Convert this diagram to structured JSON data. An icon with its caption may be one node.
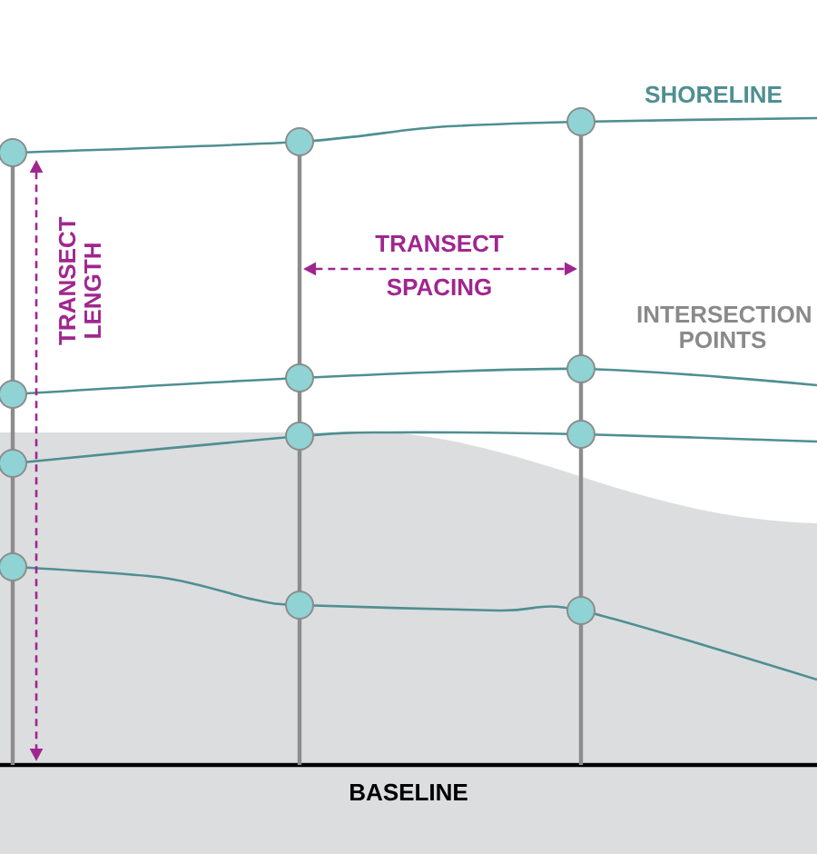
{
  "diagram": {
    "labels": [
      "SHORELINE",
      "TRANSECT LENGTH",
      "TRANSECT SPACING",
      "INTERSECTION POINTS",
      "BASELINE"
    ]
  }
}
